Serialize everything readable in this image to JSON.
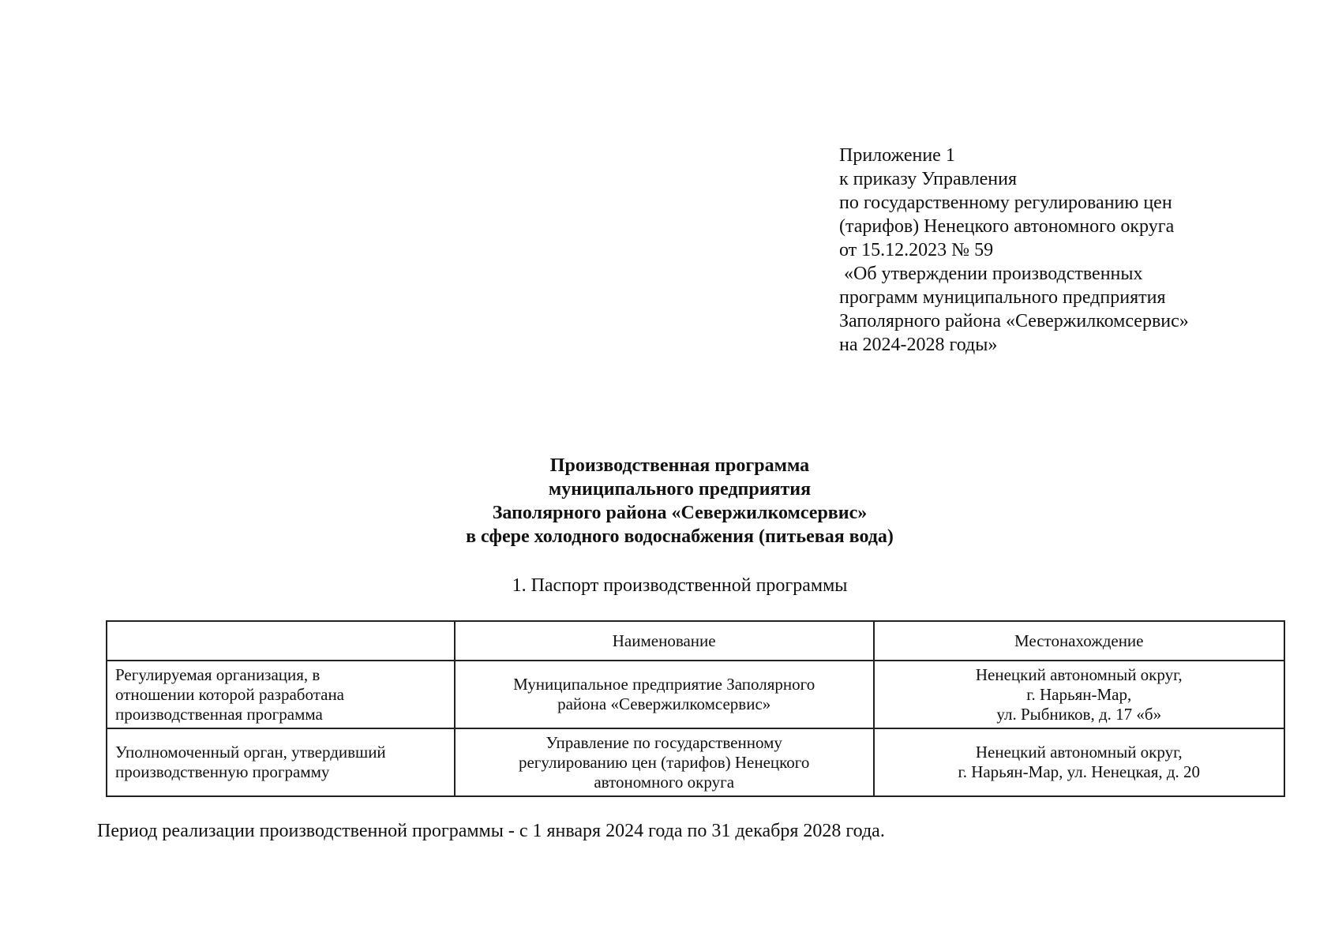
{
  "appendix": {
    "lines": [
      "Приложение 1",
      "к приказу Управления",
      "по государственному регулированию цен",
      "(тарифов) Ненецкого автономного округа",
      "от 15.12.2023 № 59",
      " «Об утверждении производственных",
      "программ муниципального предприятия",
      "Заполярного района «Севержилкомсервис»",
      "на 2024-2028 годы»"
    ]
  },
  "title": {
    "lines": [
      "Производственная программа",
      "муниципального предприятия",
      "Заполярного района «Севержилкомсервис»",
      "в сфере холодного водоснабжения (питьевая вода)"
    ]
  },
  "section_title": "1. Паспорт производственной программы",
  "table": {
    "headers": [
      "",
      "Наименование",
      "Местонахождение"
    ],
    "rows": [
      {
        "label": [
          "Регулируемая организация, в",
          "отношении которой разработана",
          "производственная программа"
        ],
        "name": [
          "Муниципальное предприятие Заполярного",
          "района «Севержилкомсервис»"
        ],
        "location": [
          "Ненецкий автономный округ,",
          "г. Нарьян-Мар,",
          "ул. Рыбников, д. 17 «б»"
        ]
      },
      {
        "label": [
          "Уполномоченный орган, утвердивший",
          "производственную программу"
        ],
        "name": [
          "Управление по государственному",
          "регулированию цен (тарифов) Ненецкого",
          "автономного округа"
        ],
        "location": [
          "Ненецкий автономный округ,",
          "г. Нарьян-Мар, ул. Ненецкая, д. 20"
        ]
      }
    ]
  },
  "period": "Период реализации производственной программы - с 1 января 2024 года по 31 декабря 2028 года."
}
